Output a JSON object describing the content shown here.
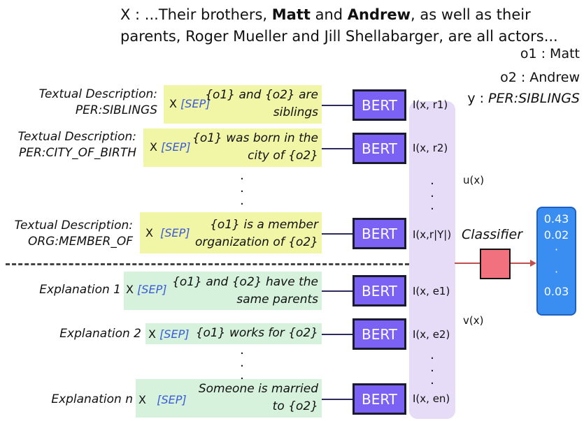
{
  "header": {
    "prefix": "X : ...Their brothers, ",
    "e1": "Matt",
    "mid": " and ",
    "e2": "Andrew",
    "suffix": ", as well as their",
    "line2": "parents, Roger Mueller and Jill Shellabarger, are all actors..."
  },
  "annotations": {
    "o1": "o1 : Matt",
    "o2": "o2 : Andrew",
    "y_prefix": "y : ",
    "y_value": "PER:SIBLINGS"
  },
  "relations": [
    {
      "label_title": "Textual Description:",
      "label_sub": "PER:SIBLINGS",
      "x": "X",
      "sep": "[SEP]",
      "template_l1": "{o1} and {o2} are",
      "template_l2": "siblings",
      "feature": "I(x, r1)"
    },
    {
      "label_title": "Textual Description:",
      "label_sub": "PER:CITY_OF_BIRTH",
      "x": "X",
      "sep": "[SEP]",
      "template_l1": "{o1} was born in the",
      "template_l2": "city of {o2}",
      "feature": "I(x, r2)"
    },
    {
      "label_title": "Textual Description:",
      "label_sub": "ORG:MEMBER_OF",
      "x": "X",
      "sep": "[SEP]",
      "template_l1": "{o1} is a member",
      "template_l2": "organization of {o2}",
      "feature": "I(x,r|Y|)"
    }
  ],
  "explanations": [
    {
      "label": "Explanation 1",
      "x": "X",
      "sep": "[SEP]",
      "template_l1": "{o1} and {o2} have the",
      "template_l2": "same parents",
      "feature": "I(x, e1)"
    },
    {
      "label": "Explanation 2",
      "x": "X",
      "sep": "[SEP]",
      "template_l1": "{o1} works for {o2}",
      "template_l2": "",
      "feature": "I(x, e2)"
    },
    {
      "label": "Explanation n",
      "x": "X",
      "sep": "[SEP]",
      "template_l1": "Someone is married",
      "template_l2": "to {o2}",
      "feature": "I(x, en)"
    }
  ],
  "bert_label": "BERT",
  "u_label": "u(x)",
  "v_label": "v(x)",
  "classifier_label": "Classifier",
  "output": {
    "top": [
      "0.43",
      "0.02"
    ],
    "bottom": "0.03"
  },
  "colors": {
    "relation_box": "#f1f5a6",
    "explanation_box": "#d6f2dc",
    "bert": "#7b61f4",
    "pillar": "#e6dcf7",
    "classifier": "#f2717f",
    "output": "#3a8ef2",
    "sep_text": "#3a5bd9"
  }
}
